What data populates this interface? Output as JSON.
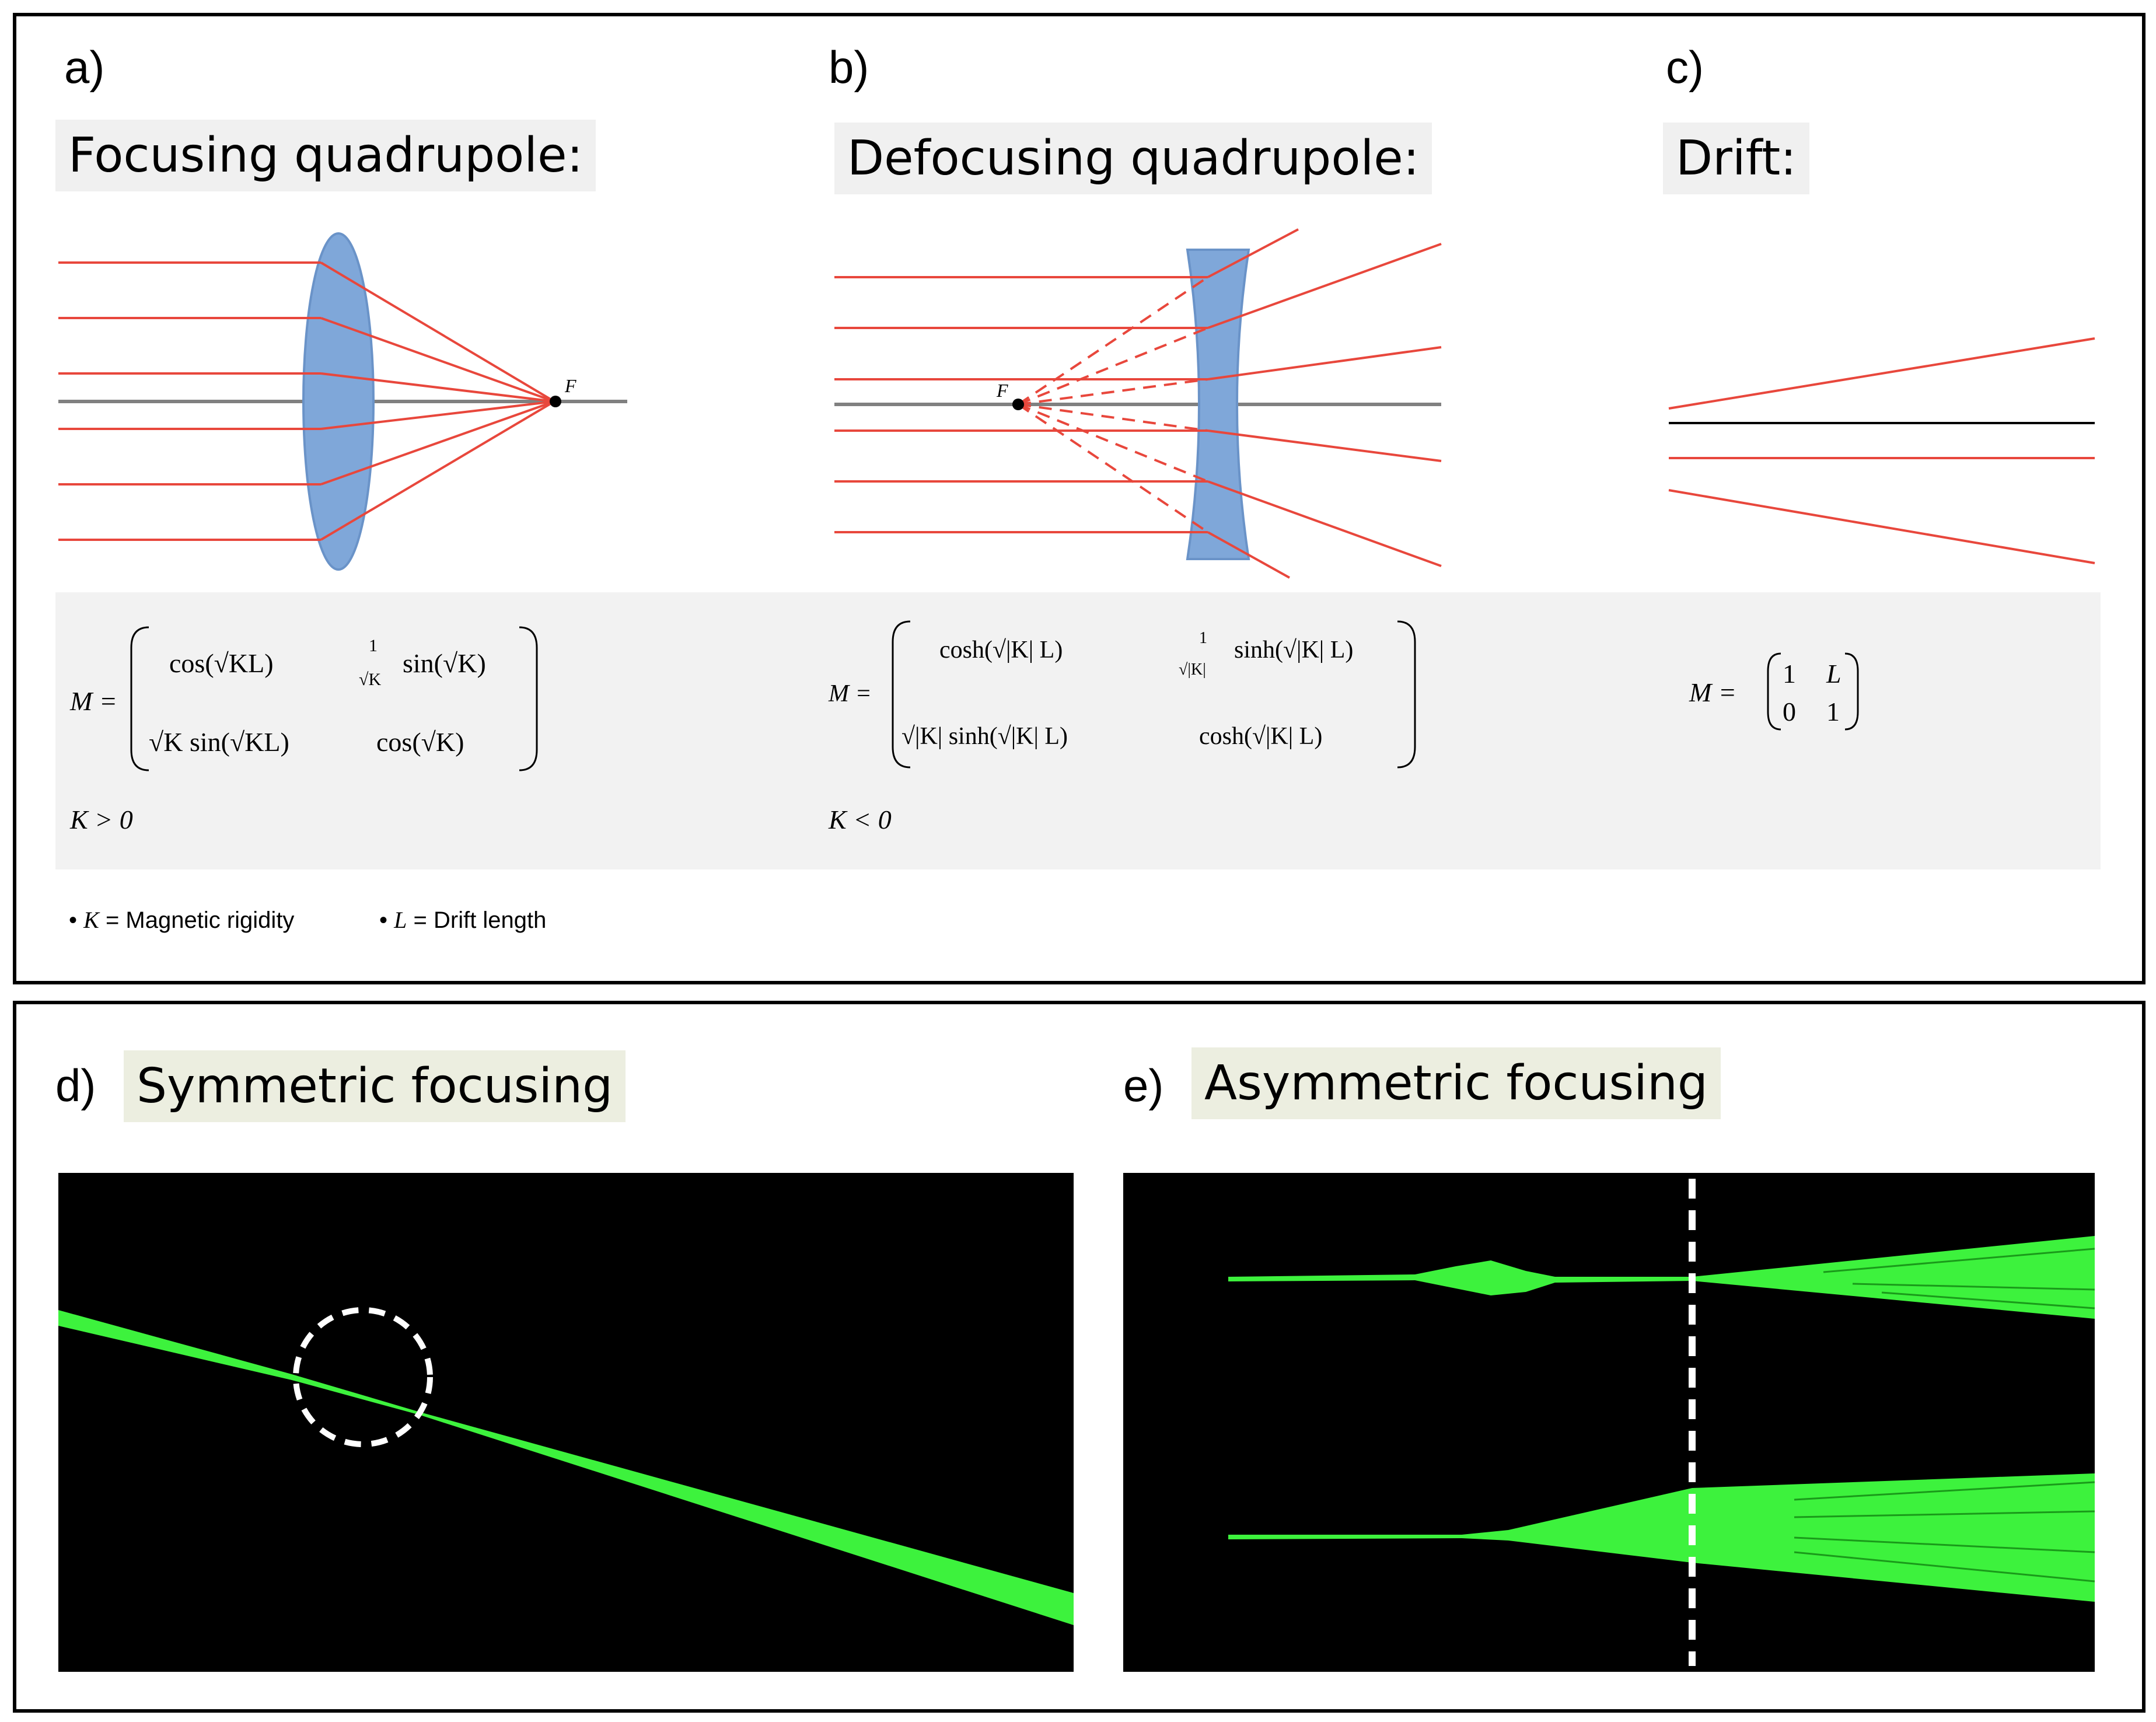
{
  "panels": {
    "a": {
      "label": "a)",
      "title": "Focusing quadrupole:",
      "focal_label": "F",
      "matrix": {
        "lhs": "M =",
        "m11": "cos(√KL)",
        "m12_coef": "1",
        "m12_den": "√K",
        "m12_fn": "sin(√K)",
        "m21": "√K sin(√KL)",
        "m22": "cos(√K)"
      },
      "condition": "K > 0"
    },
    "b": {
      "label": "b)",
      "title": "Defocusing quadrupole:",
      "focal_label": "F",
      "matrix": {
        "lhs": "M =",
        "m11": "cosh(√|K| L)",
        "m12_coef": "1",
        "m12_den": "√|K|",
        "m12_fn": "sinh(√|K| L)",
        "m21": "√|K| sinh(√|K| L)",
        "m22": "cosh(√|K| L)"
      },
      "condition": "K < 0"
    },
    "c": {
      "label": "c)",
      "title": "Drift:",
      "matrix": {
        "lhs": "M =",
        "m11": "1",
        "m12": "L",
        "m21": "0",
        "m22": "1"
      }
    },
    "d": {
      "label": "d)",
      "title": "Symmetric focusing"
    },
    "e": {
      "label": "e)",
      "title": "Asymmetric focusing"
    }
  },
  "legend": {
    "k_symbol": "K",
    "k_text": "= Magnetic rigidity",
    "l_symbol": "L",
    "l_text": "= Drift length"
  },
  "colors": {
    "ray": "#e8473c",
    "axis": "#808080",
    "lens": "#7fa7d9",
    "lens_stroke": "#6a93c8",
    "beam": "#3df23d",
    "panel_bg": "#f2f2f2"
  }
}
